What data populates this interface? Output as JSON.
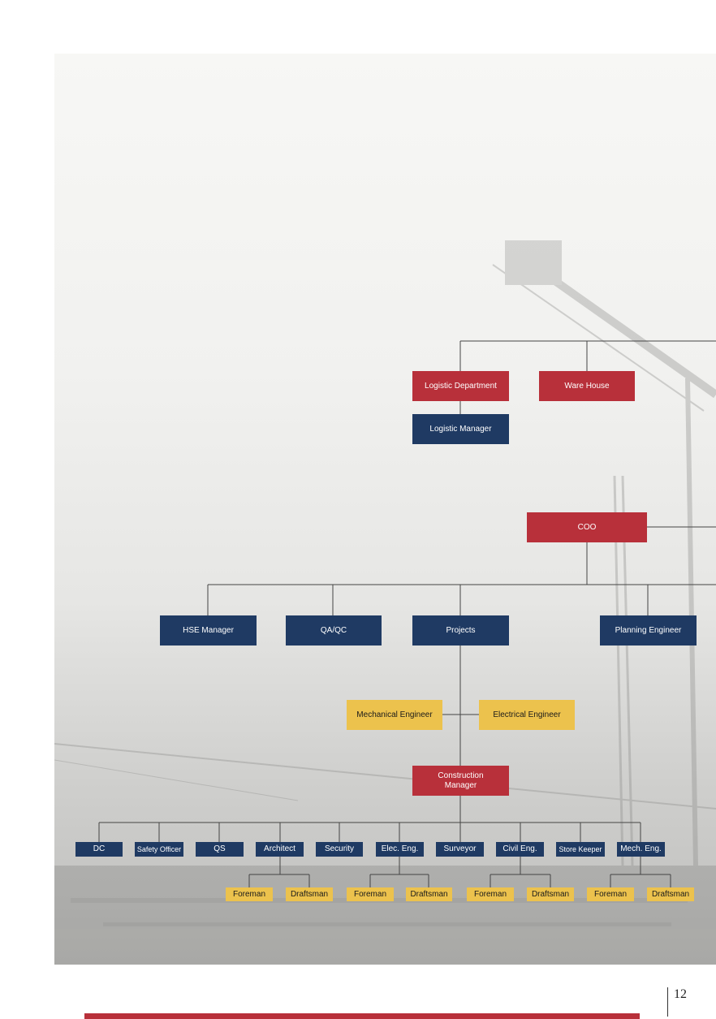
{
  "top_group": {
    "logistic_department": "Logistic Department",
    "ware_house": "Ware House",
    "logistic_manager": "Logistic Manager"
  },
  "coo": {
    "label": "COO",
    "departments": {
      "hse_manager": "HSE Manager",
      "qa_qc": "QA/QC",
      "projects": "Projects",
      "planning_engineer": "Planning Engineer"
    }
  },
  "projects": {
    "mechanical_engineer": "Mechanical Engineer",
    "electrical_engineer": "Electrical Engineer",
    "construction_manager": "Construction Manager"
  },
  "site_roles": [
    "DC",
    "Safety Officer",
    "QS",
    "Architect",
    "Security",
    "Elec. Eng.",
    "Surveyor",
    "Civil Eng.",
    "Store Keeper",
    "Mech. Eng."
  ],
  "sub_roles": [
    "Foreman",
    "Draftsman",
    "Foreman",
    "Draftsman",
    "Foreman",
    "Draftsman",
    "Foreman",
    "Draftsman"
  ],
  "page_number": "12",
  "colors": {
    "red": "#b8303a",
    "navy": "#1f3a63",
    "yellow": "#ecc24d",
    "connector": "#444444"
  }
}
